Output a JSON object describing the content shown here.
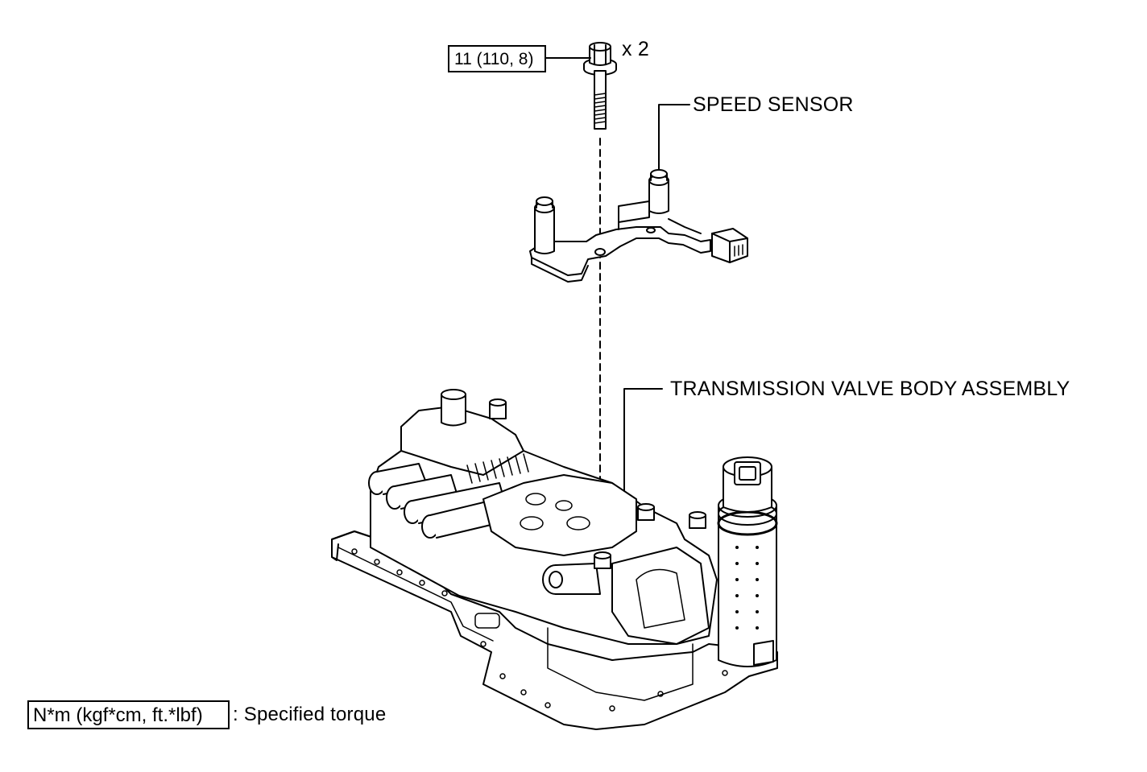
{
  "torque_callout": {
    "value": "11 (110, 8)",
    "quantity": "x 2"
  },
  "labels": {
    "speed_sensor": "SPEED SENSOR",
    "valve_body": "TRANSMISSION VALVE BODY ASSEMBLY"
  },
  "legend": {
    "unit_box": "N*m (kgf*cm, ft.*lbf)",
    "description": ": Specified torque"
  },
  "icons": [
    "bolt-icon",
    "speed-sensor-icon",
    "valve-body-icon",
    "connector-icon"
  ]
}
